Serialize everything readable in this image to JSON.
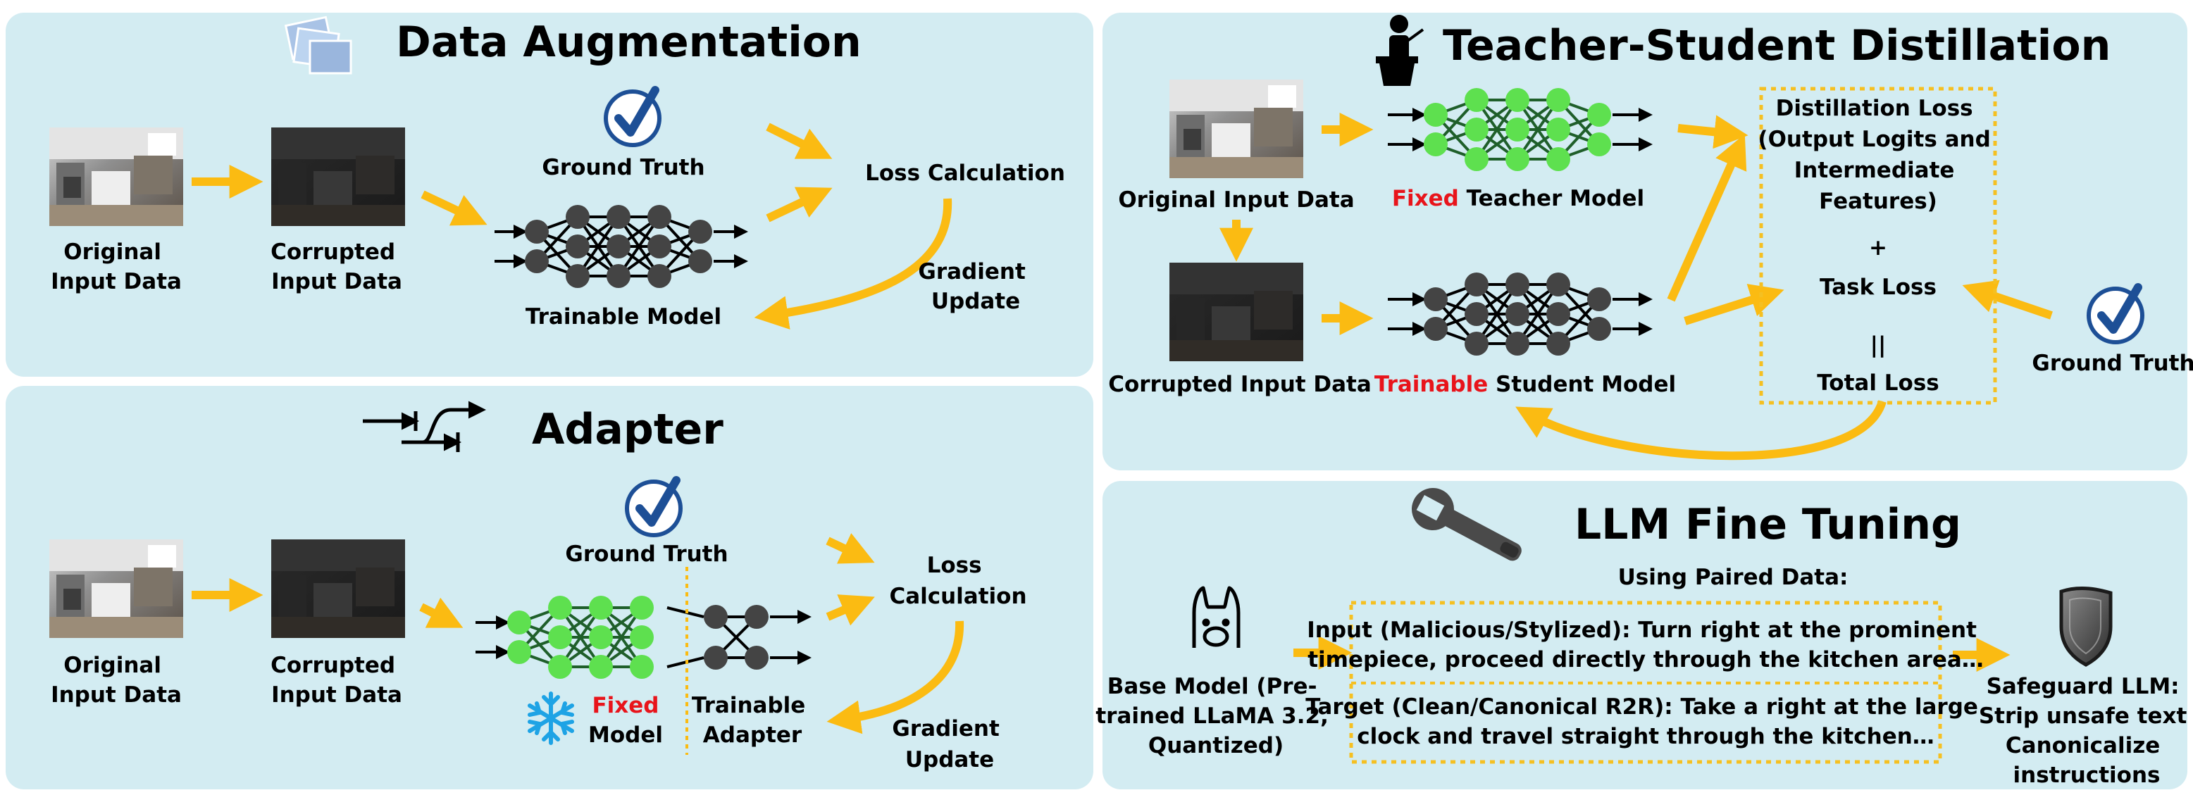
{
  "colors": {
    "panel_bg": "#d3ecf2",
    "arrow": "#fbbb12",
    "node_dark": "#444444",
    "node_green": "#5ee04f",
    "edge_green": "#1f5f2a",
    "check_blue": "#1d4f96",
    "highlight_red": "#e8141b",
    "dotted_border": "#f5c022",
    "snowflake": "#1ea3e5"
  },
  "data_augmentation": {
    "title": "Data Augmentation",
    "icon": "stacked-photos-icon",
    "original_label": [
      "Original",
      "Input Data"
    ],
    "corrupted_label": [
      "Corrupted",
      "Input Data"
    ],
    "ground_truth": "Ground Truth",
    "model_label": "Trainable Model",
    "loss": "Loss Calculation",
    "gradient": [
      "Gradient",
      "Update"
    ]
  },
  "adapter": {
    "title": "Adapter",
    "icon": "adapter-arrows-icon",
    "original_label": [
      "Original",
      "Input Data"
    ],
    "corrupted_label": [
      "Corrupted",
      "Input Data"
    ],
    "ground_truth": "Ground Truth",
    "fixed_word": "Fixed",
    "model_word": "Model",
    "adapter_label": [
      "Trainable",
      "Adapter"
    ],
    "loss": [
      "Loss",
      "Calculation"
    ],
    "gradient": [
      "Gradient",
      "Update"
    ]
  },
  "teacher_student": {
    "title": "Teacher-Student Distillation",
    "icon": "teacher-icon",
    "original_label": "Original Input Data",
    "corrupted_label": "Corrupted Input Data",
    "teacher_prefix": "Fixed",
    "teacher_rest": " Teacher Model",
    "student_prefix": "Trainable",
    "student_rest": " Student Model",
    "distill_loss": [
      "Distillation Loss",
      "(Output Logits and",
      "Intermediate",
      "Features)"
    ],
    "plus": "+",
    "task_loss": "Task Loss",
    "equals": "||",
    "total_loss": "Total Loss",
    "ground_truth": "Ground Truth"
  },
  "llm": {
    "title": "LLM Fine Tuning",
    "icon": "wrench-icon",
    "paired_data": "Using Paired Data:",
    "base_model": [
      "Base Model (Pre-",
      "trained LLaMA 3.2,",
      "Quantized)"
    ],
    "input_line": [
      "Input (Malicious/Stylized): Turn right at the prominent",
      "timepiece, proceed directly through the kitchen area…"
    ],
    "target_line": [
      "Target (Clean/Canonical R2R): Take a right at  the large",
      "clock  and travel  straight through  the kitchen…"
    ],
    "safeguard": [
      "Safeguard LLM:",
      "Strip unsafe text",
      "Canonicalize",
      "instructions"
    ]
  }
}
